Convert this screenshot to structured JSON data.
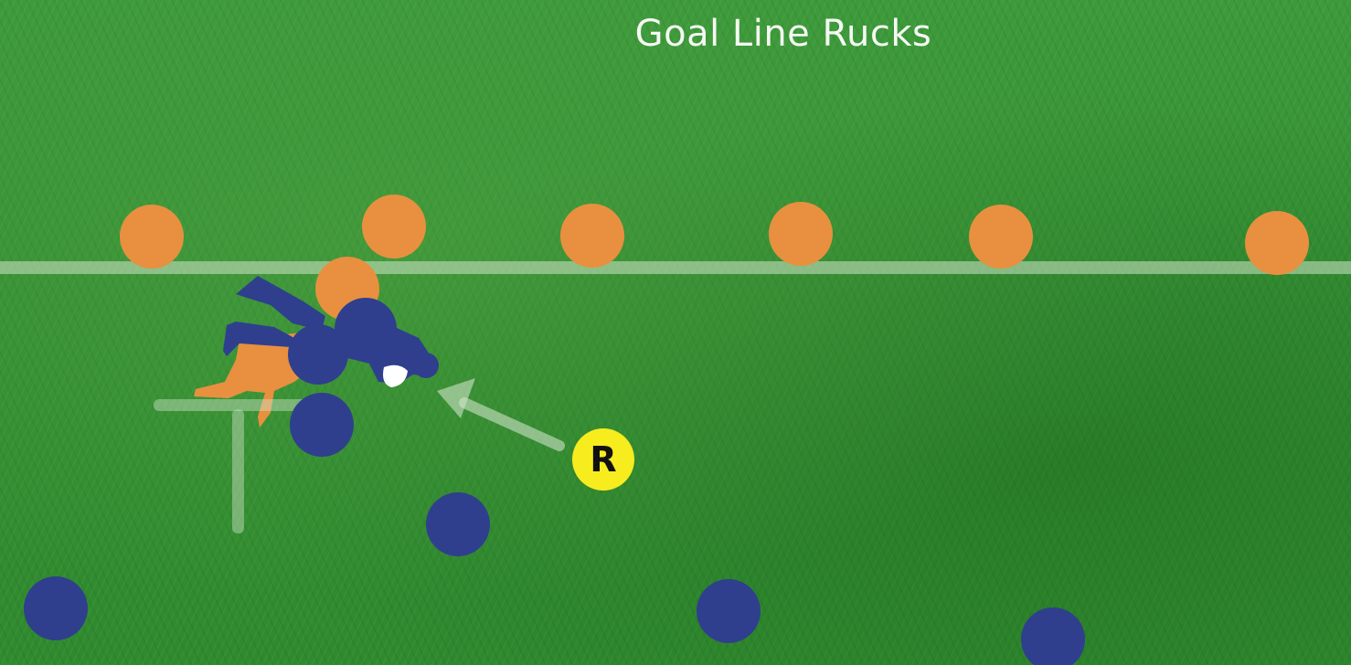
{
  "title": "Goal Line Rucks",
  "colors": {
    "defender": "#e8903f",
    "attacker": "#2f3f8e",
    "receiver_fill": "#f7ec1e",
    "receiver_text": "#111111",
    "line": "#cfe3c8",
    "ball": "#ffffff"
  },
  "receiver_label": "R",
  "icons": [
    "tackle-figure",
    "ball",
    "arrow"
  ]
}
